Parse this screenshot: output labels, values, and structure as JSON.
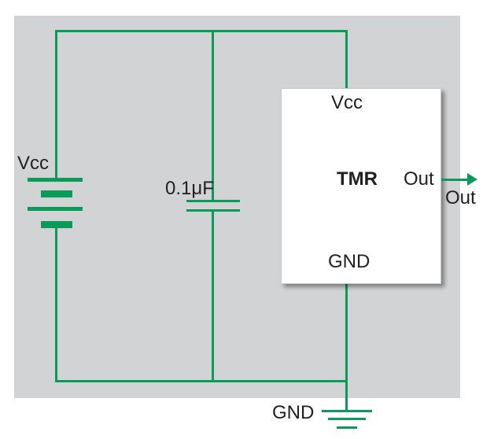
{
  "diagram": {
    "type": "circuit-schematic",
    "description": "Timer IC (TMR) supply connections with battery, decoupling capacitor and ground",
    "colors": {
      "wire_green": "#0a9b5b",
      "panel_gray": "#d2d3d4",
      "ic_box_white": "#ffffff",
      "text_dark": "#231f20"
    },
    "battery": {
      "label": "Vcc"
    },
    "capacitor": {
      "label": "0.1μF"
    },
    "ic": {
      "name": "TMR",
      "pin_top": "Vcc",
      "pin_bottom": "GND",
      "pin_right": "Out"
    },
    "output": {
      "label": "Out"
    },
    "ground": {
      "label": "GND"
    }
  }
}
